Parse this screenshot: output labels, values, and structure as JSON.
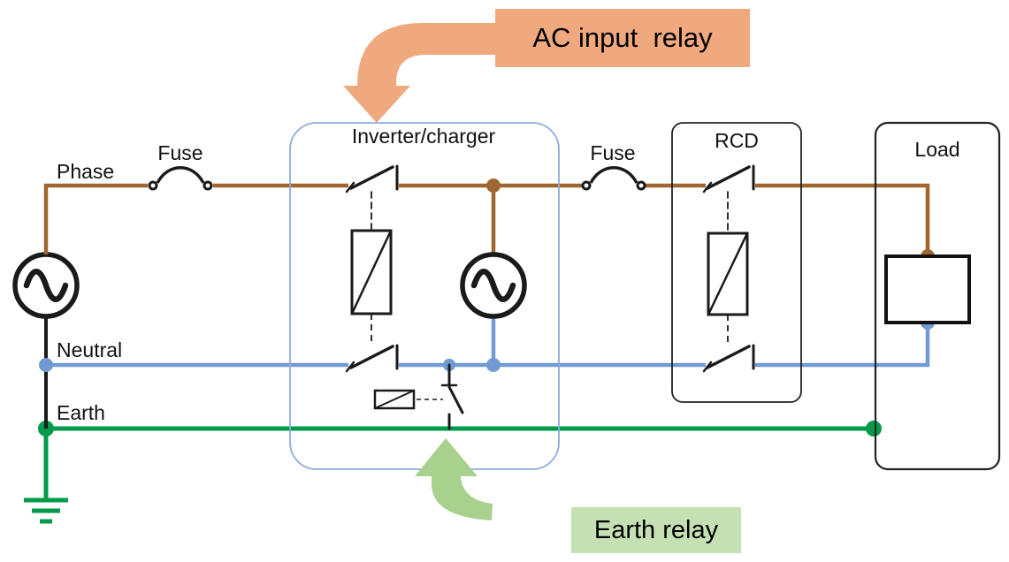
{
  "diagram": {
    "callouts": {
      "ac_input_relay": {
        "label": "AC input  relay",
        "bg": "#F0A97E"
      },
      "earth_relay": {
        "label": "Earth relay",
        "bg": "#C5E0B3"
      }
    },
    "wires": {
      "phase": {
        "label": "Phase",
        "color": "#A0662F"
      },
      "neutral": {
        "label": "Neutral",
        "color": "#709AD1"
      },
      "earth": {
        "label": "Earth",
        "color": "#009B4A"
      }
    },
    "components": {
      "fuse_left": "Fuse",
      "fuse_right": "Fuse",
      "inverter_charger": "Inverter/charger",
      "rcd": "RCD",
      "load": "Load"
    },
    "colors": {
      "inverter_border": "#8FAADC",
      "ac_arrow": "#F0A97E",
      "earth_arrow": "#A9D18E",
      "symbol_black": "#1a1a1a"
    }
  }
}
